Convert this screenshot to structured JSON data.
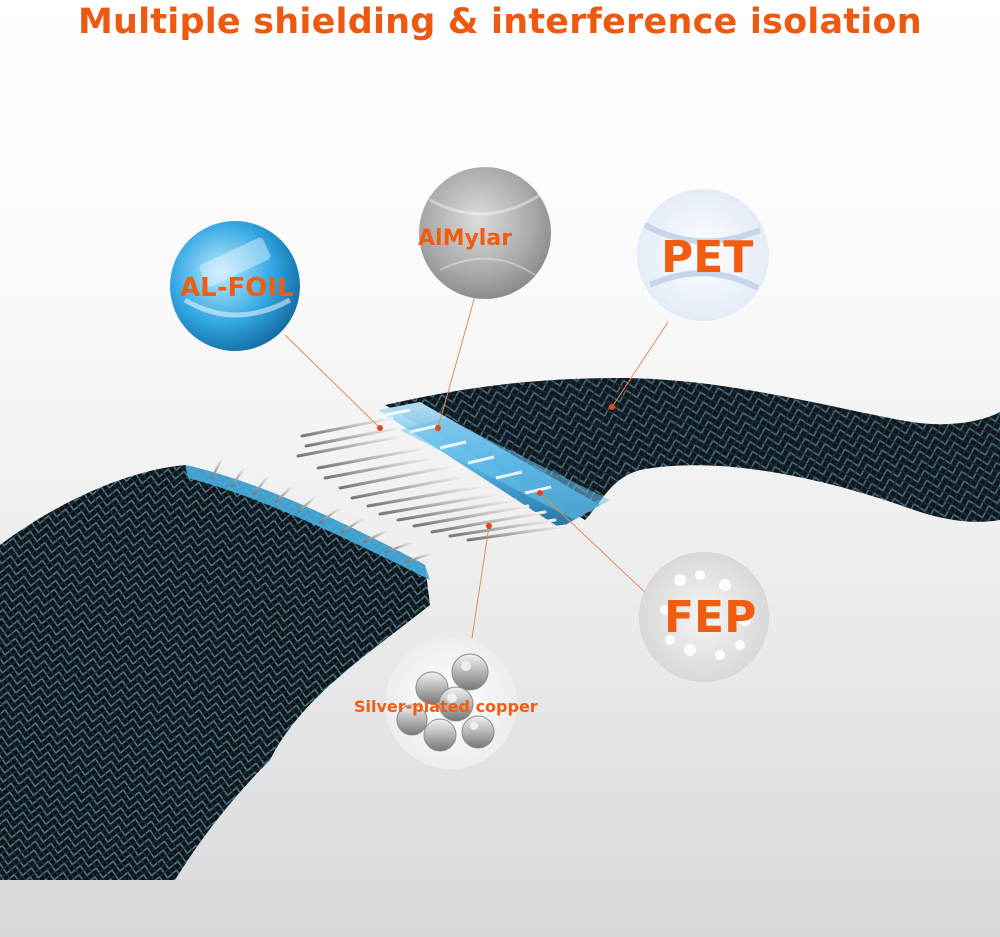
{
  "title": "Multiple shielding & interference isolation",
  "materials": {
    "al_foil": "AL-FOIL",
    "almylar": "AlMylar",
    "pet": "PET",
    "fep": "FEP",
    "copper": "Silver-plated copper"
  },
  "colors": {
    "accent": "#ec5a12",
    "braid": "#121619",
    "braid_highlight": "#3f6f88",
    "foil": "#49aee0",
    "leader_line": "#e58a5c"
  }
}
